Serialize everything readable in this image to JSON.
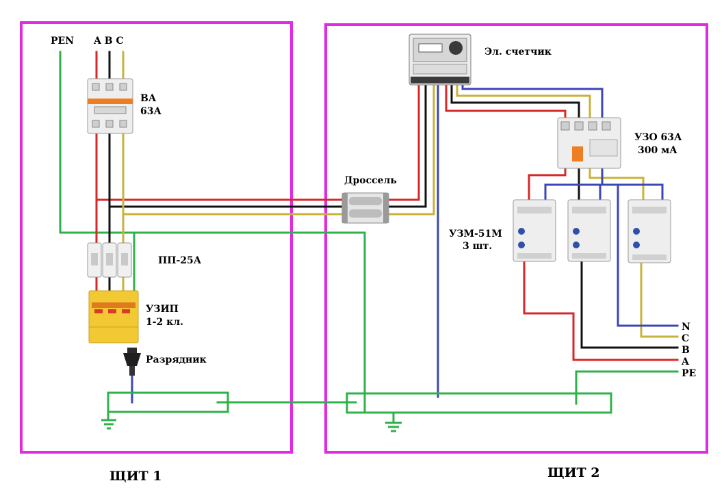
{
  "panels": {
    "panel1_title": "ЩИТ 1",
    "panel2_title": "ЩИТ 2"
  },
  "labels": {
    "pen": "PEN",
    "abc": "A B C",
    "breaker_line1": "ВА",
    "breaker_line2": "63А",
    "fuses": "ПП-25А",
    "spd_line1": "УЗИП",
    "spd_line2": "1-2 кл.",
    "arrester": "Разрядник",
    "choke": "Дроссель",
    "meter": "Эл. счетчик",
    "rcd_line1": "УЗО 63А",
    "rcd_line2": "300 мА",
    "relay_line1": "УЗМ-51М",
    "relay_line2": "3 шт.",
    "out_n": "N",
    "out_c": "C",
    "out_b": "B",
    "out_a": "A",
    "out_pe": "PE"
  },
  "colors": {
    "panel_border": "#e02be0",
    "phase_a": "#d62828",
    "phase_b": "#111111",
    "phase_c": "#c9b23a",
    "neutral": "#3c46b4",
    "protective_earth": "#2fb14a"
  },
  "icons": {
    "breaker": "circuit-breaker-3p",
    "fuses": "fuse-holder-3x",
    "spd": "surge-protector",
    "arrester": "spark-gap-arrester",
    "choke": "choke-inductor",
    "meter": "electricity-meter",
    "rcd": "residual-current-device",
    "relay": "voltage-relay",
    "ground": "ground-symbol"
  }
}
